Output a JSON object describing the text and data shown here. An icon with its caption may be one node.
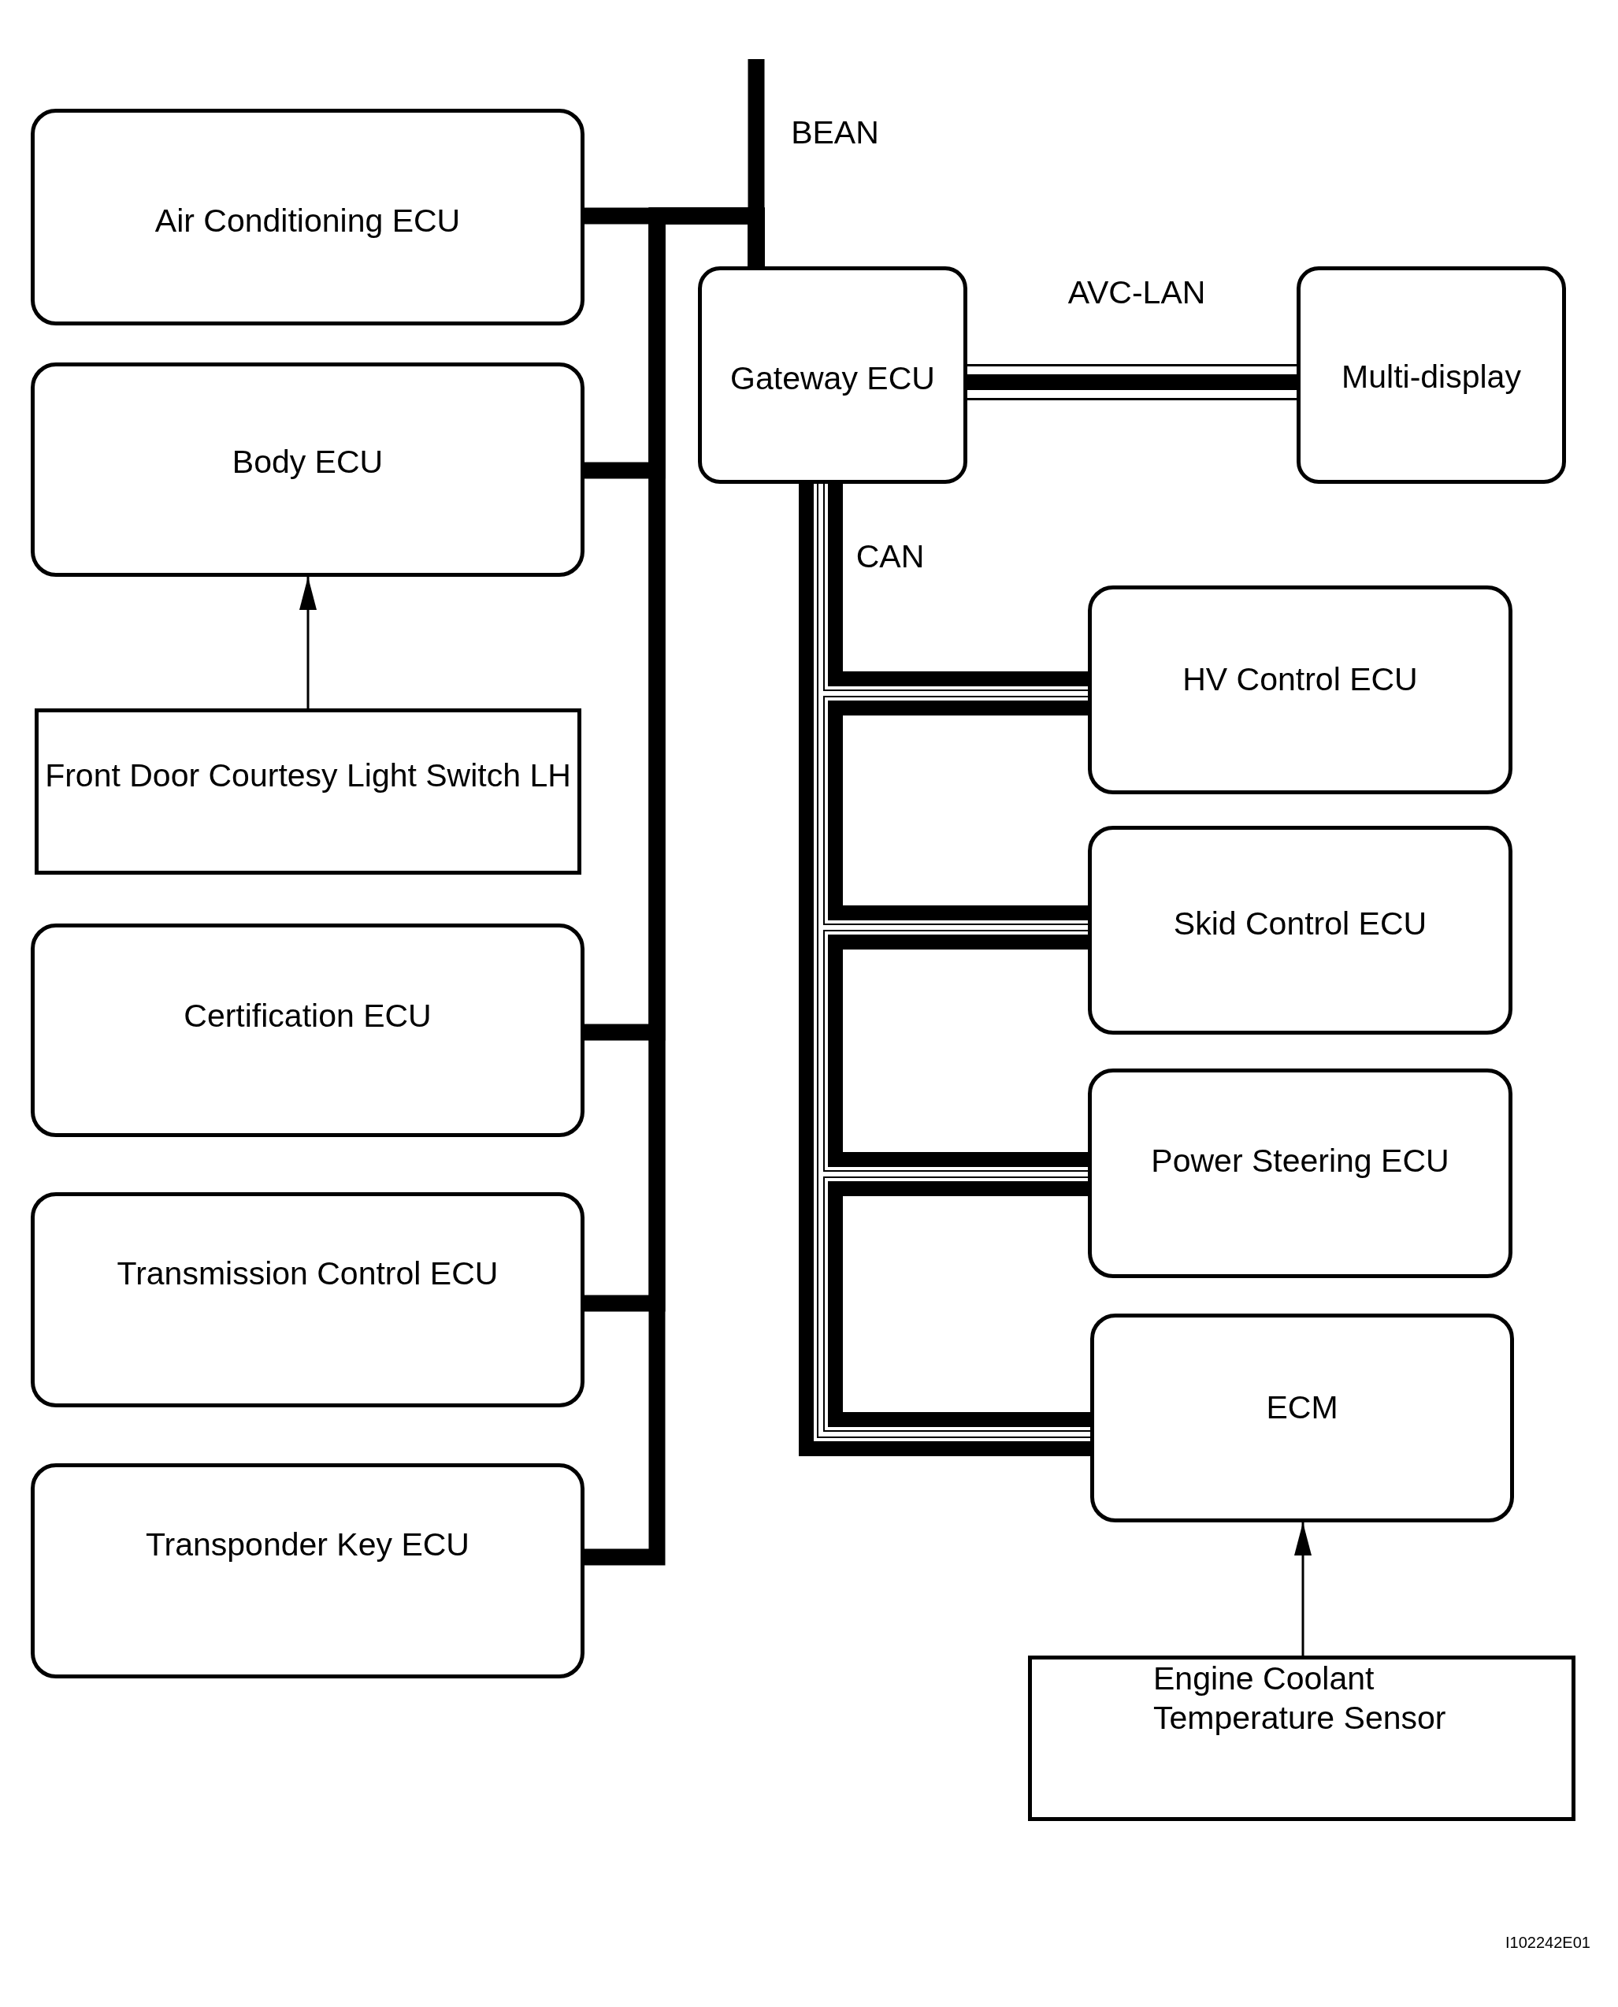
{
  "diagram": {
    "nodes": [
      {
        "text": [
          "Air Conditioning ECU"
        ]
      },
      {
        "text": [
          "Body ECU"
        ]
      },
      {
        "text": [
          "Front Door Courtesy Light Switch LH"
        ]
      },
      {
        "text": [
          "Certification ECU"
        ]
      },
      {
        "text": [
          "Transmission Control ECU"
        ]
      },
      {
        "text": [
          "Transponder Key ECU"
        ]
      },
      {
        "text": [
          "Gateway ECU"
        ]
      },
      {
        "text": [
          "Multi-display"
        ]
      },
      {
        "text": [
          "HV Control ECU"
        ]
      },
      {
        "text": [
          "Skid Control ECU"
        ]
      },
      {
        "text": [
          "Power Steering ECU"
        ]
      },
      {
        "text": [
          "ECM"
        ]
      },
      {
        "text": [
          "Engine Coolant Temperature Sensor"
        ]
      }
    ],
    "edges": [
      {
        "from": 6,
        "to": 0,
        "arrow": "none"
      },
      {
        "from": 6,
        "to": 1,
        "arrow": "none"
      },
      {
        "from": 6,
        "to": 3,
        "arrow": "none"
      },
      {
        "from": 6,
        "to": 4,
        "arrow": "none"
      },
      {
        "from": 6,
        "to": 5,
        "arrow": "none"
      },
      {
        "from": 6,
        "to": null,
        "arrow": "none"
      },
      {
        "from": 2,
        "to": 1,
        "arrow": "to"
      },
      {
        "from": 6,
        "to": 7,
        "arrow": "none",
        "style": "thick",
        "label": "AVC-LAN"
      },
      {
        "from": 6,
        "to": 8,
        "arrow": "none",
        "style": "thick"
      },
      {
        "from": 6,
        "to": 9,
        "arrow": "none",
        "style": "thick"
      },
      {
        "from": 6,
        "to": 10,
        "arrow": "none",
        "style": "thick"
      },
      {
        "from": 6,
        "to": 11,
        "arrow": "none",
        "style": "thick"
      },
      {
        "from": 12,
        "to": 11,
        "arrow": "to"
      }
    ],
    "labels": [
      "BEAN",
      "CAN",
      "I102242E01"
    ]
  }
}
